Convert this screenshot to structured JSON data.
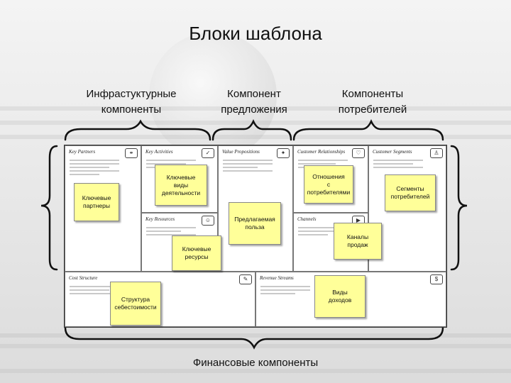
{
  "title": "Блоки шаблона",
  "categories": {
    "infrastructure": "Инфрастуктурные\nкомпоненты",
    "offer": "Компонент\nпредложения",
    "customers": "Компоненты\nпотребителей"
  },
  "footer": "Финансовые компоненты",
  "canvas": {
    "key_partners": "Key Partners",
    "key_activities": "Key Activities",
    "value_propositions": "Value Propositions",
    "customer_relationships": "Customer Relationships",
    "customer_segments": "Customer Segments",
    "key_resources": "Key Resources",
    "channels": "Channels",
    "cost_structure": "Cost Structure",
    "revenue_streams": "Revenue Streams"
  },
  "notes": {
    "key_partners": "Ключевые\nпартнеры",
    "key_activities": "Ключевые\nвиды\nдеятельности",
    "value_propositions": "Предлагаемая\nпольза",
    "customer_relationships": "Отношения\nс\nпотребителями",
    "customer_segments": "Сегменты\nпотребителей",
    "key_resources": "Ключевые\nресурсы",
    "channels": "Каналы\nпродаж",
    "cost_structure": "Структура\nсебестоимости",
    "revenue_streams": "Виды\nдоходов"
  }
}
